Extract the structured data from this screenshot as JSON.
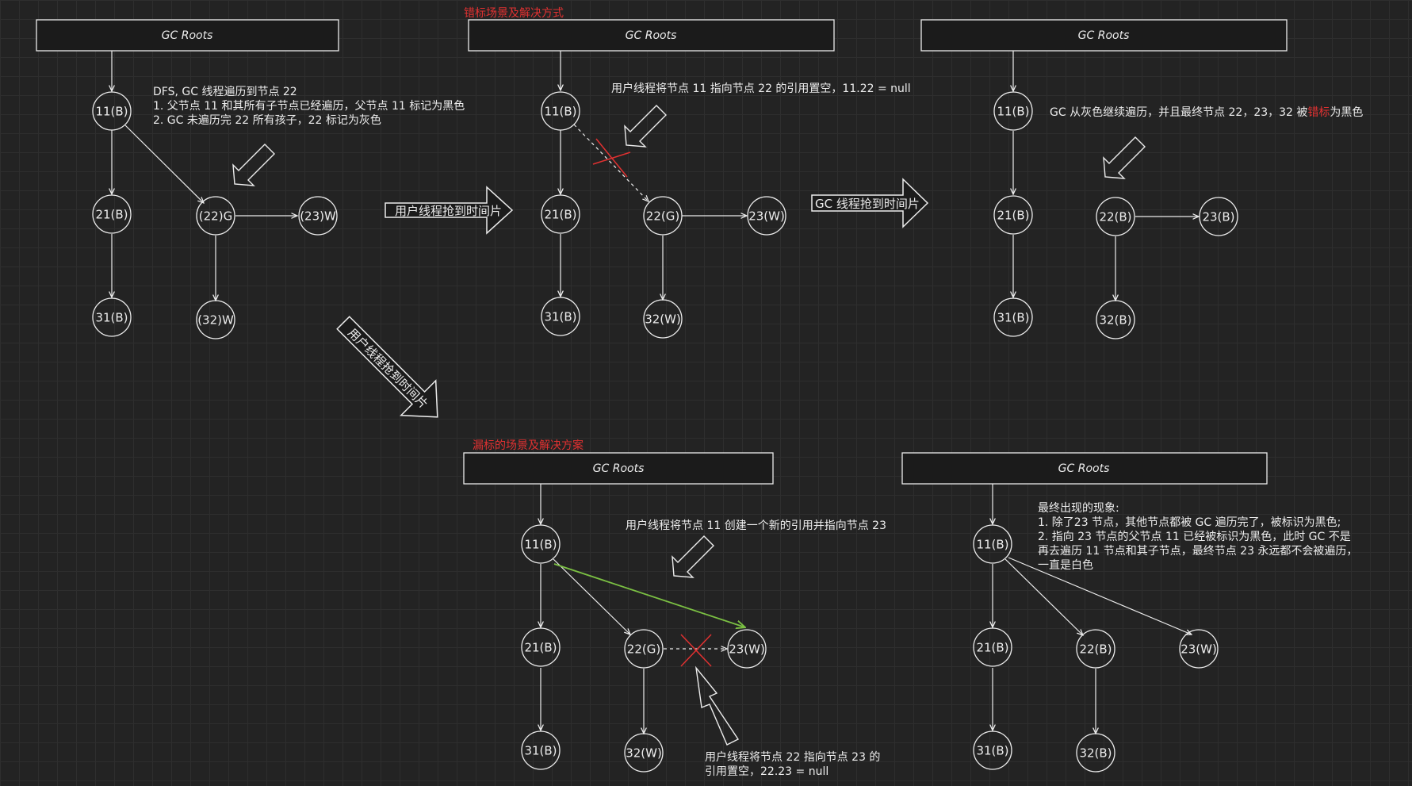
{
  "panels": {
    "p1": {
      "root": "GC Roots",
      "nodes": {
        "n11": "11(B)",
        "n21": "21(B)",
        "n22": "(22)G",
        "n23": "(23)W",
        "n31": "31(B)",
        "n32": "(32)W"
      },
      "note": [
        "DFS, GC 线程遍历到节点 22",
        "1. 父节点 11 和其所有子节点已经遍历，父节点 11 标记为黑色",
        "2. GC 未遍历完 22 所有孩子，22 标记为灰色"
      ]
    },
    "p2": {
      "title": "错标场景及解决方式",
      "root": "GC Roots",
      "nodes": {
        "n11": "11(B)",
        "n21": "21(B)",
        "n22": "22(G)",
        "n23": "23(W)",
        "n31": "31(B)",
        "n32": "32(W)"
      },
      "note": "用户线程将节点 11 指向节点 22 的引用置空，11.22 = null"
    },
    "p3": {
      "root": "GC Roots",
      "nodes": {
        "n11": "11(B)",
        "n21": "21(B)",
        "n22": "22(B)",
        "n23": "23(B)",
        "n31": "31(B)",
        "n32": "32(B)"
      },
      "note_a": "GC 从灰色继续遍历，并且最终节点 22，23，32 被",
      "note_red": "错标",
      "note_b": "为黑色"
    },
    "p4": {
      "title": "漏标的场景及解决方案",
      "root": "GC Roots",
      "nodes": {
        "n11": "11(B)",
        "n21": "21(B)",
        "n22": "22(G)",
        "n23": "23(W)",
        "n31": "31(B)",
        "n32": "32(W)"
      },
      "note": "用户线程将节点 11 创建一个新的引用并指向节点 23",
      "note2": [
        "用户线程将节点 22 指向节点 23 的",
        "引用置空，22.23 = null"
      ]
    },
    "p5": {
      "root": "GC Roots",
      "nodes": {
        "n11": "11(B)",
        "n21": "21(B)",
        "n22": "22(B)",
        "n23": "23(W)",
        "n31": "31(B)",
        "n32": "32(B)"
      },
      "note": [
        "最终出现的现象:",
        "1. 除了23 节点，其他节点都被 GC 遍历完了，被标识为黑色;",
        "2. 指向 23 节点的父节点 11 已经被标识为黑色，此时 GC 不是",
        "再去遍历 11 节点和其子节点，最终节点 23 永远都不会被遍历，",
        "一直是白色"
      ]
    }
  },
  "flow_arrows": {
    "a1": "用户线程抢到时间片",
    "a2": "GC 线程抢到时间片",
    "a3": "用户线程抢到时间片"
  },
  "colors": {
    "background": "#232323",
    "stroke": "#ececec",
    "red": "#e03131",
    "green": "#7bc043"
  }
}
